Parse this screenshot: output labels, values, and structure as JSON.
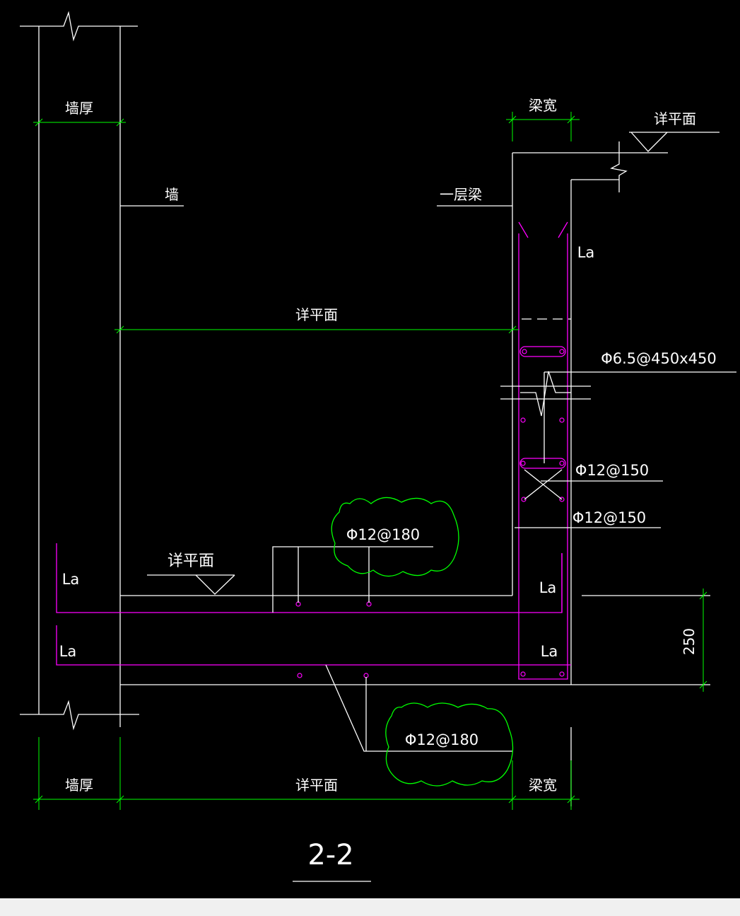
{
  "drawing": {
    "section_title": "2-2",
    "labels": {
      "wall_thickness_top": "墙厚",
      "wall": "墙",
      "beam_width_top": "梁宽",
      "see_plan_top_right": "详平面",
      "first_floor_beam": "一层梁",
      "see_plan_middle": "详平面",
      "see_plan_left": "详平面",
      "la_beam_top": "La",
      "la_slab_top_left": "La",
      "la_slab_bottom_left": "La",
      "la_beam_bottom_upper": "La",
      "la_beam_bottom_lower": "La",
      "stirrup": "Φ6.5@450x450",
      "beam_bar_upper": "Φ12@150",
      "beam_bar_lower": "Φ12@150",
      "slab_bar_top": "Φ12@180",
      "slab_bar_bottom": "Φ12@180",
      "dim_250": "250",
      "wall_thickness_bottom": "墙厚",
      "see_plan_bottom": "详平面",
      "beam_width_bottom": "梁宽"
    },
    "colors": {
      "background": "#000000",
      "outline": "#ffffff",
      "rebar": "#ff00ff",
      "dimension": "#00ff00",
      "cloud": "#00ff00",
      "status_bar": "#f0f0f0"
    }
  }
}
